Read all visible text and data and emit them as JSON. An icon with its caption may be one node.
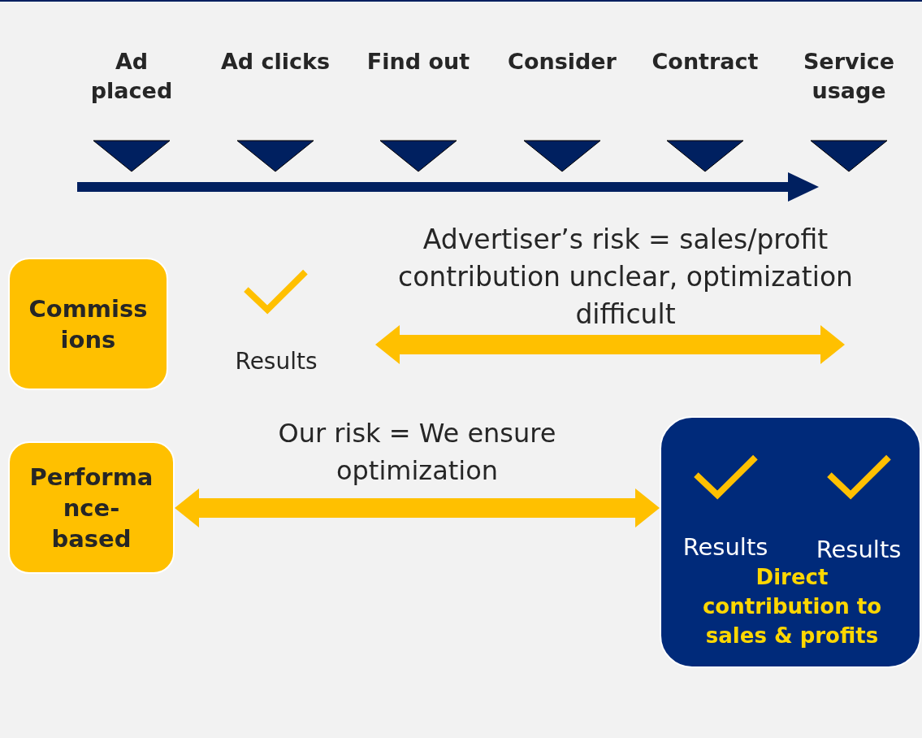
{
  "diagram": {
    "nodes": [
      {
        "text": [
          "Ad placed"
        ]
      },
      {
        "text": [
          "Ad clicks"
        ]
      },
      {
        "text": [
          "Find out"
        ]
      },
      {
        "text": [
          "Consider"
        ]
      },
      {
        "text": [
          "Contract"
        ]
      },
      {
        "text": [
          "Service usage"
        ]
      },
      {
        "text": [
          "Commiss ions"
        ]
      },
      {
        "text": [
          "Performa nce- based"
        ]
      },
      {
        "text": [
          "Results",
          "Results",
          "Direct contribution to sales & profits"
        ]
      }
    ],
    "edges": [
      {
        "from": 7,
        "to": 8,
        "arrow": "both",
        "label": "Our risk = We ensure optimization"
      }
    ],
    "labels": [
      "Advertiser’s risk = sales/profit contribution unclear, optimization difficult",
      "Results"
    ]
  }
}
